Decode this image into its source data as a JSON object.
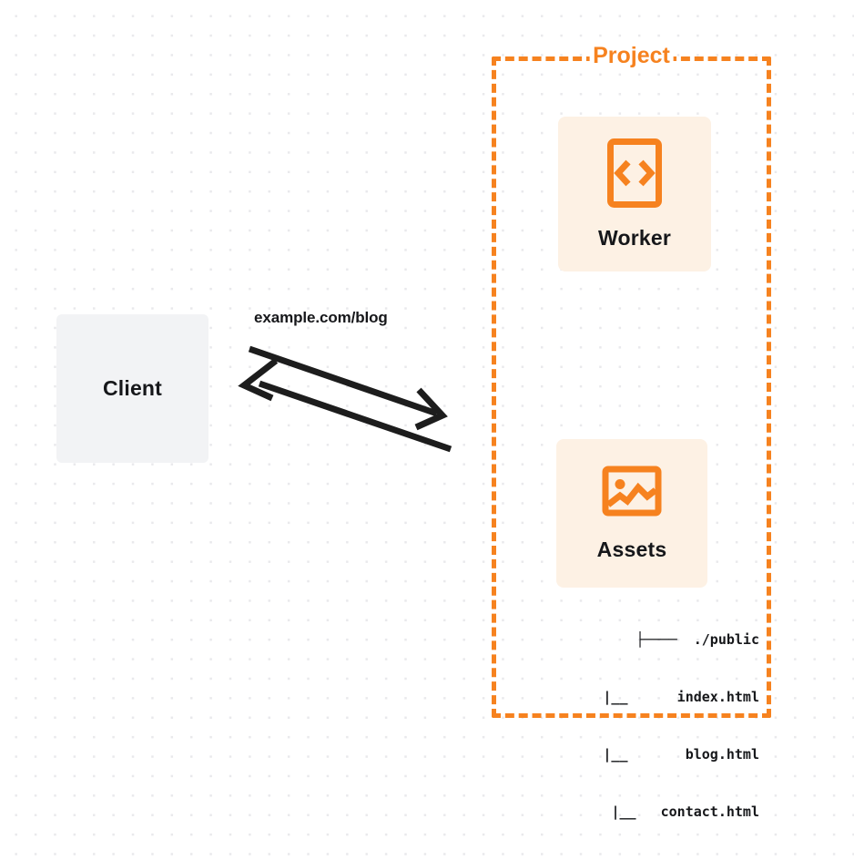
{
  "diagram": {
    "type": "architecture-flow",
    "background": "dot-grid",
    "accent_color": "#f6821f",
    "card_background": "#fdf1e4",
    "client_background": "#f2f3f5",
    "text_color": "#16171a"
  },
  "client": {
    "label": "Client"
  },
  "edge": {
    "label": "example.com/blog",
    "direction": "bidirectional",
    "request_arrow": "client-to-project",
    "response_arrow": "project-to-client",
    "color": "#1d1d1d"
  },
  "project": {
    "title": "Project",
    "border_style": "dashed",
    "nodes": [
      {
        "id": "worker",
        "label": "Worker",
        "icon": "code-brackets-icon"
      },
      {
        "id": "assets",
        "label": "Assets",
        "icon": "image-icon"
      }
    ],
    "file_tree": [
      "├────  ./public",
      "|__      index.html",
      "|__       blog.html",
      "|__   contact.html"
    ]
  }
}
